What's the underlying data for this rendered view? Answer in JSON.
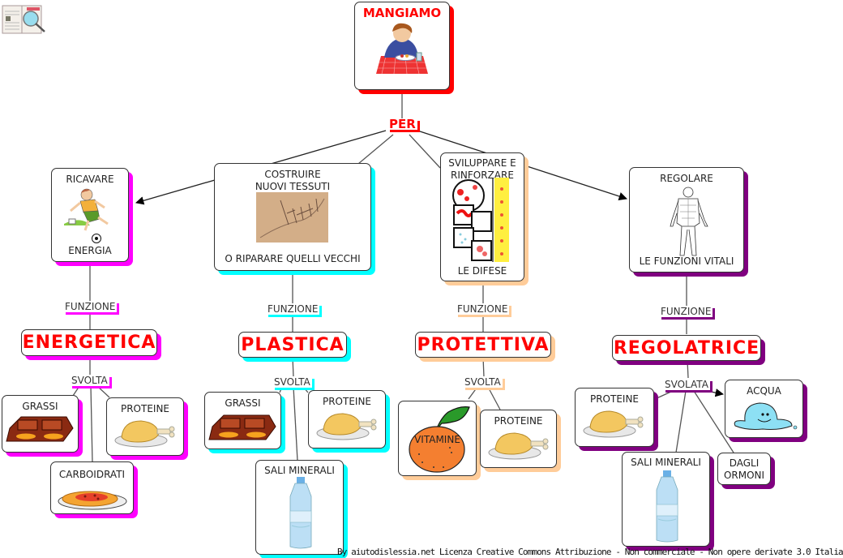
{
  "logo": {
    "icon": "book-magnifier-icon"
  },
  "root": {
    "title": "MANGIAMO",
    "icon": "man-eating-icon"
  },
  "connector_root": "PER",
  "purposes": [
    {
      "id": "energia",
      "top": "RICAVARE",
      "bottom": "ENERGIA",
      "icon": "boy-kicking-ball-icon",
      "accent": "#ff00ff"
    },
    {
      "id": "tessuti",
      "top": "COSTRUIRE\nNUOVI TESSUTI",
      "top_line1": "COSTRUIRE",
      "top_line2": "NUOVI TESSUTI",
      "bottom": "O RIPARARE QUELLI VECCHI",
      "icon": "stitched-wound-icon",
      "accent": "#00ffff"
    },
    {
      "id": "difese",
      "top_line1": "SVILUPPARE E",
      "top_line2": "RINFORZARE",
      "bottom": "LE DIFESE",
      "icon": "blood-cells-icon",
      "accent": "#ffcc99"
    },
    {
      "id": "vitali",
      "top": "REGOLARE",
      "bottom": "LE FUNZIONI VITALI",
      "icon": "human-anatomy-icon",
      "accent": "#800080"
    }
  ],
  "branches": [
    {
      "link1": "FUNZIONE",
      "function": "ENERGETICA",
      "link2": "SVOLTA",
      "items": [
        {
          "label": "GRASSI",
          "icon": "chocolate-bar-icon"
        },
        {
          "label": "PROTEINE",
          "icon": "roast-chicken-icon"
        },
        {
          "label": "CARBOIDRATI",
          "icon": "pizza-icon"
        }
      ]
    },
    {
      "link1": "FUNZIONE",
      "function": "PLASTICA",
      "link2": "SVOLTA",
      "items": [
        {
          "label": "GRASSI",
          "icon": "chocolate-bar-icon"
        },
        {
          "label": "PROTEINE",
          "icon": "roast-chicken-icon"
        },
        {
          "label": "SALI MINERALI",
          "icon": "water-bottle-icon"
        }
      ]
    },
    {
      "link1": "FUNZIONE",
      "function": "PROTETTIVA",
      "link2": "SVOLTA",
      "items": [
        {
          "label": "VITAMINE",
          "icon": "orange-fruit-icon"
        },
        {
          "label": "PROTEINE",
          "icon": "roast-chicken-icon"
        }
      ]
    },
    {
      "link1": "FUNZIONE",
      "function": "REGOLATRICE",
      "link2": "SVOLATA",
      "items": [
        {
          "label": "PROTEINE",
          "icon": "roast-chicken-icon"
        },
        {
          "label": "ACQUA",
          "icon": "water-drop-character-icon"
        },
        {
          "label": "SALI MINERALI",
          "icon": "water-bottle-icon"
        },
        {
          "label": "DAGLI",
          "label2": "ORMONI"
        }
      ]
    }
  ],
  "footer": "By aiutodislessia.net Licenza Creative Commons Attribuzione - Non commerciale - Non opere derivate 3.0 Italia"
}
